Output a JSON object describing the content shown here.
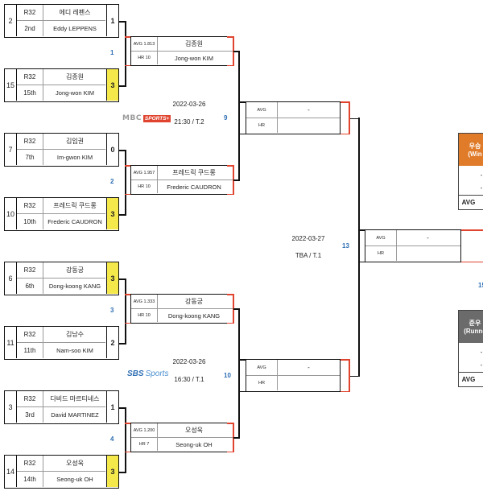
{
  "r32": [
    {
      "seed": "2",
      "round": "R32",
      "place": "2nd",
      "name_kr": "에디 레펜스",
      "name_en": "Eddy LEPPENS",
      "score": "1",
      "winner": false
    },
    {
      "seed": "15",
      "round": "R32",
      "place": "15th",
      "name_kr": "김종원",
      "name_en": "Jong-won KIM",
      "score": "3",
      "winner": true
    },
    {
      "seed": "7",
      "round": "R32",
      "place": "7th",
      "name_kr": "김임권",
      "name_en": "Im-gwon KIM",
      "score": "0",
      "winner": false
    },
    {
      "seed": "10",
      "round": "R32",
      "place": "10th",
      "name_kr": "프레드릭 쿠드롱",
      "name_en": "Frederic CAUDRON",
      "score": "3",
      "winner": true
    },
    {
      "seed": "6",
      "round": "R32",
      "place": "6th",
      "name_kr": "강동궁",
      "name_en": "Dong-koong KANG",
      "score": "3",
      "winner": true
    },
    {
      "seed": "11",
      "round": "R32",
      "place": "11th",
      "name_kr": "김남수",
      "name_en": "Nam-soo KIM",
      "score": "2",
      "winner": false
    },
    {
      "seed": "3",
      "round": "R32",
      "place": "3rd",
      "name_kr": "다비드 마르티네스",
      "name_en": "David MARTINEZ",
      "score": "1",
      "winner": false
    },
    {
      "seed": "14",
      "round": "R32",
      "place": "14th",
      "name_kr": "오성욱",
      "name_en": "Seong-uk OH",
      "score": "3",
      "winner": true
    }
  ],
  "qf": [
    {
      "avg": "AVG 1.813",
      "hr": "HR 10",
      "name_kr": "김종원",
      "name_en": "Jong-won KIM",
      "match": "1"
    },
    {
      "avg": "AVG 1.957",
      "hr": "HR 10",
      "name_kr": "프레드릭 쿠드롱",
      "name_en": "Frederic CAUDRON",
      "match": "2"
    },
    {
      "avg": "AVG 1.333",
      "hr": "HR 10",
      "name_kr": "강동궁",
      "name_en": "Dong-koong KANG",
      "match": "3"
    },
    {
      "avg": "AVG 1.200",
      "hr": "HR 7",
      "name_kr": "오성욱",
      "name_en": "Seong-uk OH",
      "match": "4"
    }
  ],
  "sf": [
    {
      "avg": "AVG",
      "hr": "HR",
      "name": "-",
      "match": "9",
      "date": "2022-03-26",
      "time": "21:30 / T.2",
      "broadcaster": "MBC SPORTS+"
    },
    {
      "avg": "AVG",
      "hr": "HR",
      "name": "-",
      "match": "10",
      "date": "2022-03-26",
      "time": "16:30 / T.1",
      "broadcaster": "SBS Sports"
    }
  ],
  "final": {
    "avg": "AVG",
    "hr": "HR",
    "name": "-",
    "match": "13",
    "date": "2022-03-27",
    "time": "TBA / T.1"
  },
  "winner": {
    "title_kr": "우승",
    "title_en": "(Win",
    "dash1": "-",
    "dash2": "-",
    "avg": "AVG"
  },
  "runner": {
    "title_kr": "준우",
    "title_en": "(Runne",
    "dash1": "-",
    "dash2": "-",
    "avg": "AVG"
  },
  "side_match": "15",
  "colors": {
    "accent": "#e0442f",
    "highlight": "#f5e84a",
    "match_blue": "#2f6fb4",
    "winner_header": "#e07b2a",
    "runner_header": "#6b6b6b"
  }
}
